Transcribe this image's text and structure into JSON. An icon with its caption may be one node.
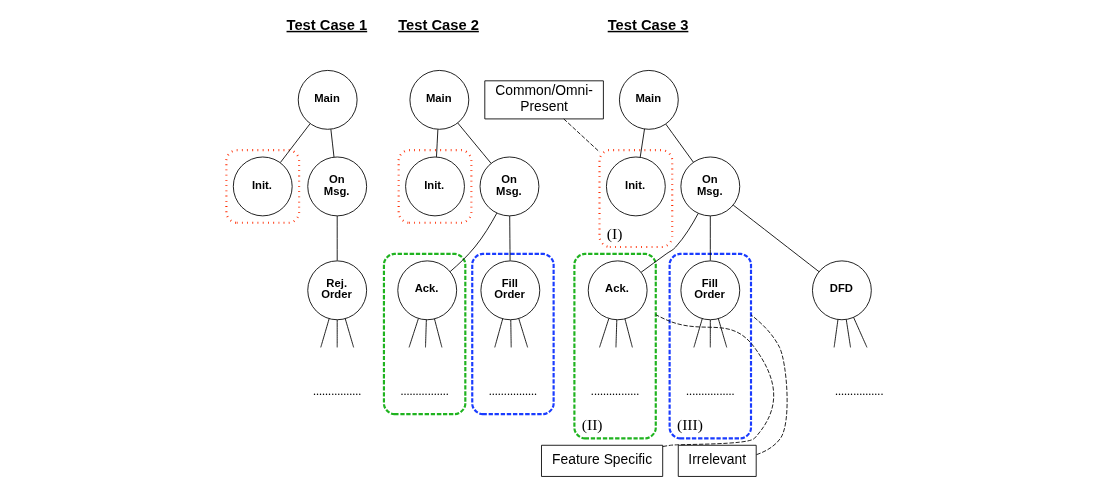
{
  "diagram": {
    "nodes": [
      {
        "text": [
          "Main"
        ]
      },
      {
        "text": [],
        "shape": "box"
      },
      {
        "text": [
          "Init."
        ],
        "in": 1
      },
      {
        "text": [
          "On Msg."
        ]
      },
      {
        "text": [
          "Rej. Order"
        ]
      },
      {
        "text": [
          "................"
        ]
      },
      {
        "text": [
          "Main"
        ]
      },
      {
        "text": [],
        "shape": "box"
      },
      {
        "text": [
          "Init."
        ],
        "in": 7
      },
      {
        "text": [
          "On Msg."
        ]
      },
      {
        "text": [],
        "shape": "box"
      },
      {
        "text": [
          "Ack."
        ],
        "in": 10
      },
      {
        "text": [
          "................"
        ],
        "in": 10
      },
      {
        "text": [],
        "shape": "box"
      },
      {
        "text": [
          "Fill Order"
        ],
        "in": 13
      },
      {
        "text": [
          "................"
        ],
        "in": 13
      },
      {
        "text": [
          "Common/Omni-Present"
        ]
      },
      {
        "text": [
          "Main"
        ]
      },
      {
        "text": [],
        "shape": "box",
        "beside": [
          "(I)"
        ]
      },
      {
        "text": [
          "Init."
        ],
        "in": 18
      },
      {
        "text": [
          "On Msg."
        ]
      },
      {
        "text": [],
        "shape": "box",
        "beside": [
          "(II)"
        ]
      },
      {
        "text": [
          "Ack."
        ],
        "in": 21
      },
      {
        "text": [
          "................"
        ],
        "in": 21
      },
      {
        "text": [],
        "shape": "box",
        "beside": [
          "(III)"
        ]
      },
      {
        "text": [
          "Fill Order"
        ],
        "in": 24
      },
      {
        "text": [
          "................"
        ],
        "in": 24
      },
      {
        "text": [
          "DFD"
        ]
      },
      {
        "text": [
          "................"
        ]
      },
      {
        "text": [
          "Feature Specific"
        ]
      },
      {
        "text": [
          "Irrelevant"
        ]
      }
    ],
    "edges": [
      {
        "from": 0,
        "to": 2,
        "arrow": "none"
      },
      {
        "from": 0,
        "to": 3,
        "arrow": "none"
      },
      {
        "from": 3,
        "to": 4,
        "arrow": "none"
      },
      {
        "from": 4,
        "to": null,
        "arrow": "none"
      },
      {
        "from": 4,
        "to": null,
        "arrow": "none"
      },
      {
        "from": 4,
        "to": null,
        "arrow": "none"
      },
      {
        "from": 6,
        "to": 8,
        "arrow": "none"
      },
      {
        "from": 6,
        "to": 9,
        "arrow": "none"
      },
      {
        "from": 9,
        "to": 11,
        "arrow": "none"
      },
      {
        "from": 9,
        "to": 14,
        "arrow": "none"
      },
      {
        "from": 11,
        "to": null,
        "arrow": "none"
      },
      {
        "from": 11,
        "to": null,
        "arrow": "none"
      },
      {
        "from": 11,
        "to": null,
        "arrow": "none"
      },
      {
        "from": 14,
        "to": null,
        "arrow": "none"
      },
      {
        "from": 14,
        "to": null,
        "arrow": "none"
      },
      {
        "from": 14,
        "to": null,
        "arrow": "none"
      },
      {
        "from": 17,
        "to": 19,
        "arrow": "none"
      },
      {
        "from": 17,
        "to": 20,
        "arrow": "none"
      },
      {
        "from": 20,
        "to": 22,
        "arrow": "none"
      },
      {
        "from": 20,
        "to": 25,
        "arrow": "none"
      },
      {
        "from": 20,
        "to": 27,
        "arrow": "none"
      },
      {
        "from": 22,
        "to": null,
        "arrow": "none"
      },
      {
        "from": 22,
        "to": null,
        "arrow": "none"
      },
      {
        "from": 22,
        "to": null,
        "arrow": "none"
      },
      {
        "from": 25,
        "to": null,
        "arrow": "none"
      },
      {
        "from": 25,
        "to": null,
        "arrow": "none"
      },
      {
        "from": 25,
        "to": null,
        "arrow": "none"
      },
      {
        "from": 27,
        "to": null,
        "arrow": "none"
      },
      {
        "from": 27,
        "to": null,
        "arrow": "none"
      },
      {
        "from": 27,
        "to": null,
        "arrow": "none"
      },
      {
        "from": 16,
        "to": 18,
        "arrow": "none",
        "style": "dashed"
      },
      {
        "from": 29,
        "to": 21,
        "arrow": "none",
        "style": "dashed"
      },
      {
        "from": 30,
        "to": 24,
        "arrow": "none",
        "style": "dashed"
      }
    ],
    "labels": [
      "Test Case 1",
      "Test Case 2",
      "Test Case 3"
    ]
  }
}
